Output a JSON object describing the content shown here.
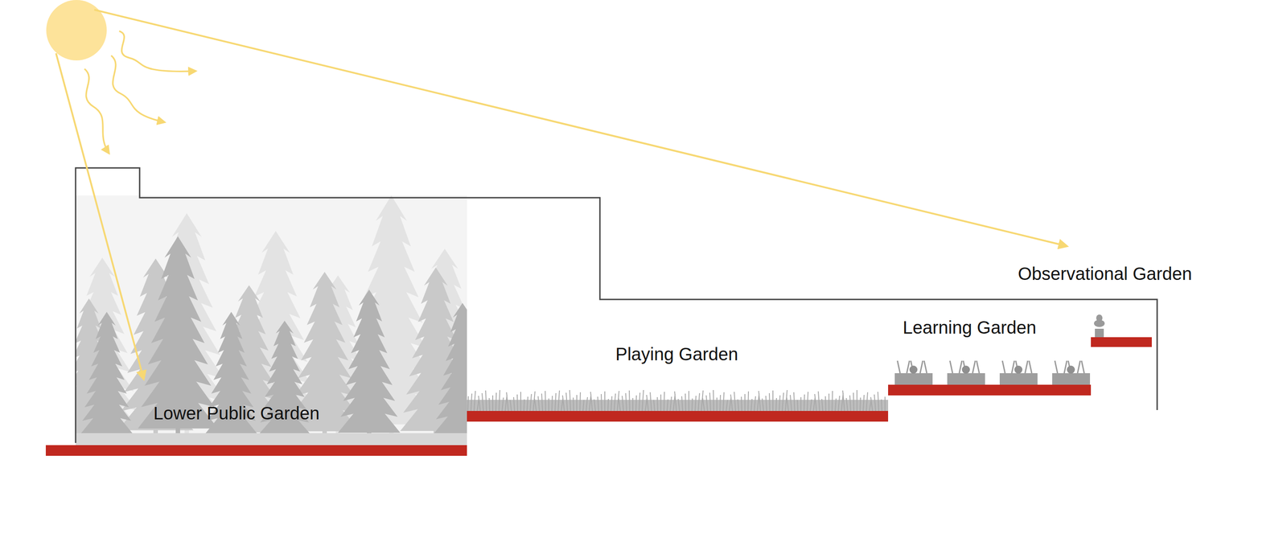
{
  "diagram": {
    "labels": [
      "Lower Public Garden",
      "Playing Garden",
      "Learning Garden",
      "Observational Garden"
    ]
  }
}
